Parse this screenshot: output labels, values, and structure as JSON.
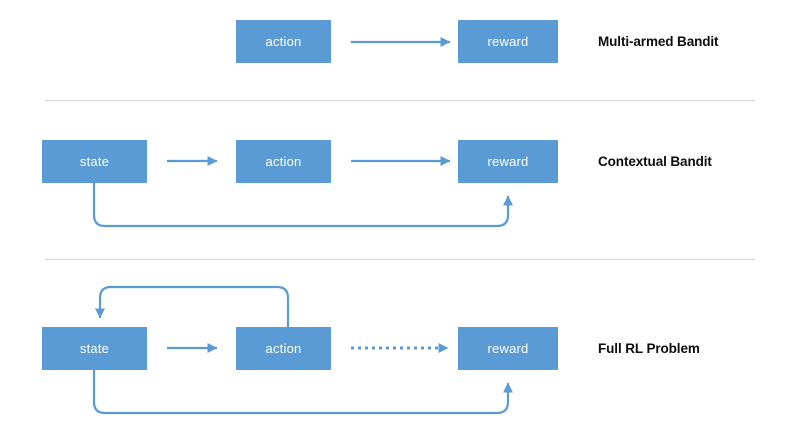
{
  "figure": {
    "accent_color": "#5B9BD5",
    "node_text_color": "#FFFFFF",
    "label_text_color": "#0D0D0D",
    "divider_color": "#D9D9D9",
    "background": "#FFFFFF"
  },
  "rows": [
    {
      "id": "multi-armed-bandit",
      "label": "Multi-armed Bandit",
      "nodes": [
        {
          "id": "action",
          "text": "action"
        },
        {
          "id": "reward",
          "text": "reward"
        }
      ],
      "edges": [
        {
          "id": "action-to-reward",
          "style": "solid",
          "from": "action",
          "to": "reward"
        }
      ]
    },
    {
      "id": "contextual-bandit",
      "label": "Contextual Bandit",
      "nodes": [
        {
          "id": "state",
          "text": "state"
        },
        {
          "id": "action",
          "text": "action"
        },
        {
          "id": "reward",
          "text": "reward"
        }
      ],
      "edges": [
        {
          "id": "state-to-action",
          "style": "solid",
          "from": "state",
          "to": "action"
        },
        {
          "id": "action-to-reward",
          "style": "solid",
          "from": "action",
          "to": "reward"
        },
        {
          "id": "state-to-reward-feedback",
          "style": "solid-loop-bottom",
          "from": "state",
          "to": "reward"
        }
      ]
    },
    {
      "id": "full-rl-problem",
      "label": "Full RL Problem",
      "nodes": [
        {
          "id": "state",
          "text": "state"
        },
        {
          "id": "action",
          "text": "action"
        },
        {
          "id": "reward",
          "text": "reward"
        }
      ],
      "edges": [
        {
          "id": "state-to-action",
          "style": "solid",
          "from": "state",
          "to": "action"
        },
        {
          "id": "action-to-reward",
          "style": "dotted",
          "from": "action",
          "to": "reward"
        },
        {
          "id": "action-to-state-feedback",
          "style": "solid-loop-top",
          "from": "action",
          "to": "state"
        },
        {
          "id": "state-to-reward-feedback",
          "style": "solid-loop-bottom",
          "from": "state",
          "to": "reward"
        }
      ]
    }
  ]
}
